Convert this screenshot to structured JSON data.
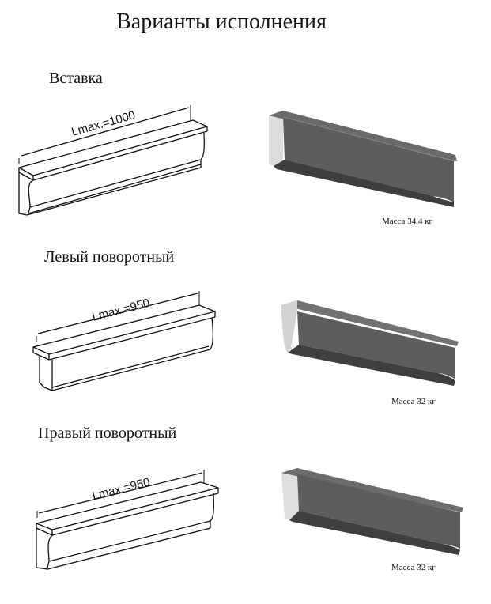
{
  "page": {
    "title": "Варианты исполнения"
  },
  "variants": [
    {
      "name": "Вставка",
      "length_label": "Lmax.=1000",
      "mass_label": "Масса 34,4 кг"
    },
    {
      "name": "Левый поворотный",
      "length_label": "Lmax.=950",
      "mass_label": "Масса 32 кг"
    },
    {
      "name": "Правый поворотный",
      "length_label": "Lmax.=950",
      "mass_label": "Масса 32 кг"
    }
  ],
  "colors": {
    "render_face": "#5f5f5f",
    "render_top": "#6c6c6c",
    "render_end": "#d9d9d9",
    "line": "#111111"
  }
}
